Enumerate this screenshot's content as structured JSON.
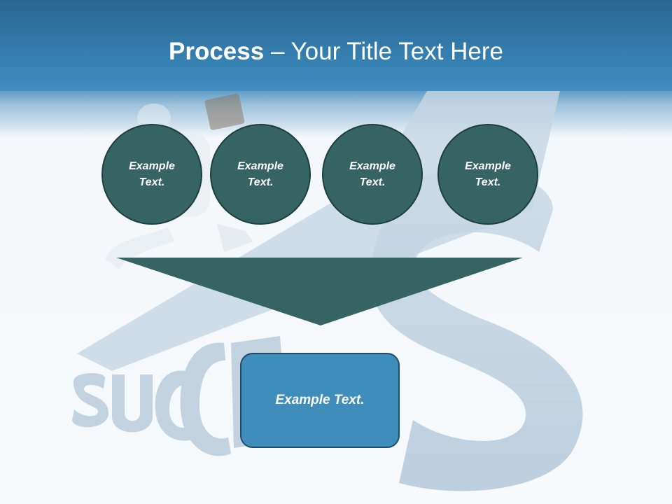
{
  "slide": {
    "title_bold": "Process",
    "title_dash": " – ",
    "title_rest": "Your Title Text Here"
  },
  "circles": [
    {
      "text": "Example Text."
    },
    {
      "text": "Example Text."
    },
    {
      "text": "Example Text."
    },
    {
      "text": "Example Text."
    }
  ],
  "result_box": {
    "text": "Example Text."
  },
  "colors": {
    "header": "#3682b3",
    "circle_fill": "#356462",
    "arrow_fill": "#356462",
    "box_fill": "#3f8dba"
  },
  "background": {
    "watermark_word": "SUCCESS",
    "icon": "person-climbing-success-letters-illustration"
  }
}
